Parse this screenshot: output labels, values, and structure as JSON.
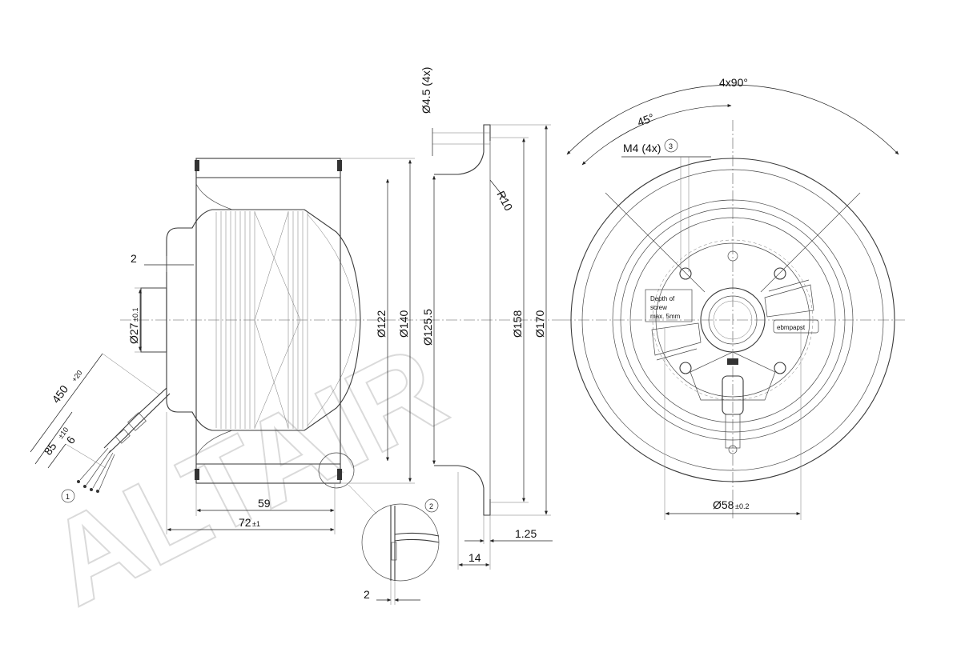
{
  "watermark": "ALTAIR",
  "dimensions": {
    "d27": "Ø27",
    "d27_tol": "±0.1",
    "two_left": "2",
    "d122": "Ø122",
    "d140": "Ø140",
    "d125_5": "Ø125.5",
    "d158": "Ø158",
    "d170": "Ø170",
    "d45_4x": "Ø4.5 (4x)",
    "r10": "R10",
    "cable_450": "450",
    "cable_450_tol": "+20",
    "cable_85": "85",
    "cable_85_tol": "±10",
    "cable_6": "6",
    "len_59": "59",
    "len_72": "72",
    "len_72_tol": "±1",
    "depth_14": "14",
    "thk_1_25": "1.25",
    "detail_2": "2",
    "angle_4x90": "4x90°",
    "angle_45": "45°",
    "m4_4x": "M4 (4x)",
    "d58": "Ø58",
    "d58_tol": "±0.2"
  },
  "callouts": {
    "c1": "1",
    "c2": "2",
    "c3": "3"
  },
  "labels": {
    "depth_line1": "Depth of",
    "depth_line2": "screw",
    "depth_line3": "max. 5mm",
    "brand": "ebmpapst"
  }
}
